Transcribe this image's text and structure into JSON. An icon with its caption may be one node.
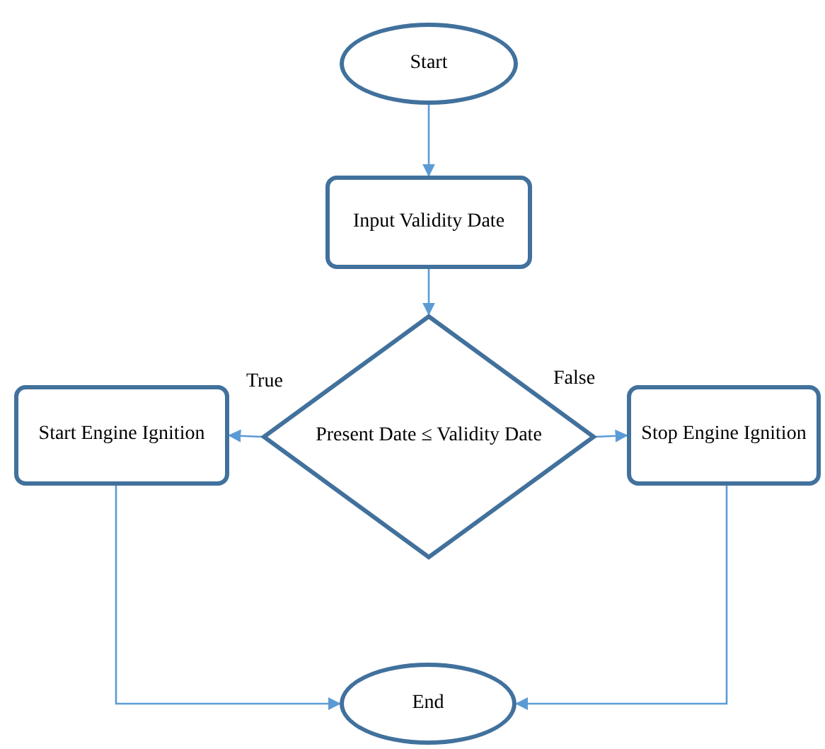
{
  "diagram": {
    "nodes": [
      {
        "text": [
          "Start"
        ]
      },
      {
        "text": [
          "Input Validity Date"
        ]
      },
      {
        "text": [
          "Present Date ≤ Validity Date"
        ]
      },
      {
        "text": [
          "Start Engine Ignition"
        ]
      },
      {
        "text": [
          "Stop Engine Ignition"
        ]
      },
      {
        "text": [
          "End"
        ]
      }
    ],
    "edges": [
      {
        "from": 0,
        "to": 1,
        "arrow": "to"
      },
      {
        "from": 1,
        "to": 2,
        "arrow": "to"
      },
      {
        "from": 2,
        "to": 3,
        "arrow": "to",
        "label": "True"
      },
      {
        "from": 2,
        "to": 4,
        "arrow": "to",
        "label": "False"
      },
      {
        "from": 3,
        "to": 5,
        "arrow": "to"
      },
      {
        "from": 4,
        "to": 5,
        "arrow": "to"
      }
    ]
  }
}
